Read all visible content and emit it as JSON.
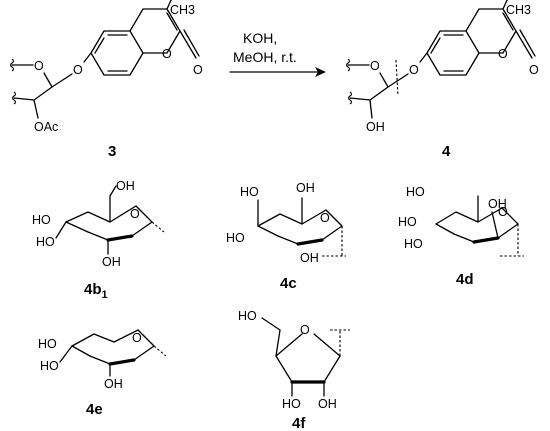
{
  "reaction": {
    "reactant_caption": "3",
    "product_caption": "4",
    "reagents": [
      "KOH,",
      "MeOH, r.t."
    ],
    "reactant_labels": {
      "methyl": "CH3",
      "ring_o": "O",
      "carbonyl_o": "O",
      "ether_o": "O",
      "aglycone_o": "O",
      "acetoxy": "OAc"
    },
    "product_labels": {
      "methyl": "CH3",
      "ring_o": "O",
      "carbonyl_o": "O",
      "ether_o": "O",
      "aglycone_o": "O",
      "hydroxyl": "OH"
    }
  },
  "sugars": [
    {
      "caption": "4b",
      "caption_sub": "1",
      "labels": [
        "OH",
        "HO",
        "HO",
        "OH",
        "O"
      ]
    },
    {
      "caption": "4c",
      "labels": [
        "HO",
        "OH",
        "HO",
        "OH",
        "O"
      ]
    },
    {
      "caption": "4d",
      "labels": [
        "HO",
        "OH",
        "HO",
        "HO",
        "O"
      ]
    },
    {
      "caption": "4e",
      "labels": [
        "HO",
        "HO",
        "OH",
        "O"
      ]
    },
    {
      "caption": "4f",
      "labels": [
        "HO",
        "O",
        "HO",
        "OH"
      ]
    }
  ]
}
